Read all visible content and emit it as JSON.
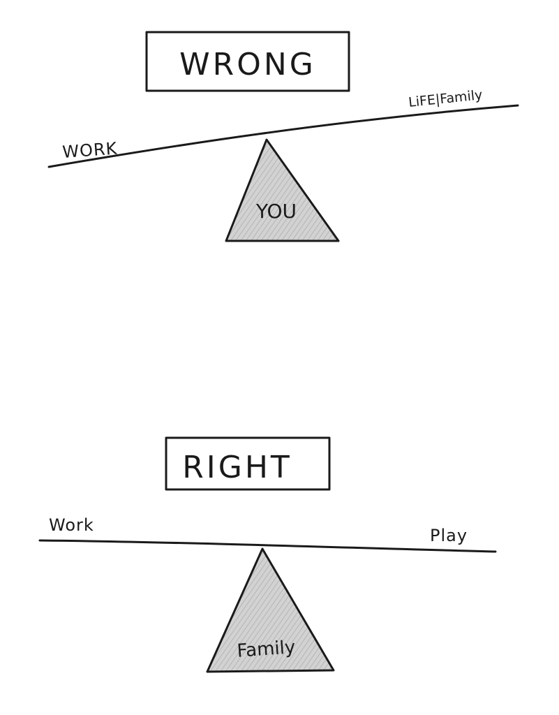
{
  "wrong": {
    "title": "WRONG",
    "left_label": "WORK",
    "right_label": "LiFE|Family",
    "fulcrum_label": "YOU"
  },
  "right": {
    "title": "RIGHT",
    "left_label": "Work",
    "right_label": "Play",
    "fulcrum_label": "Family"
  },
  "colors": {
    "ink": "#1a1a1a",
    "shading": "#c9c9c9",
    "paper": "#ffffff"
  }
}
